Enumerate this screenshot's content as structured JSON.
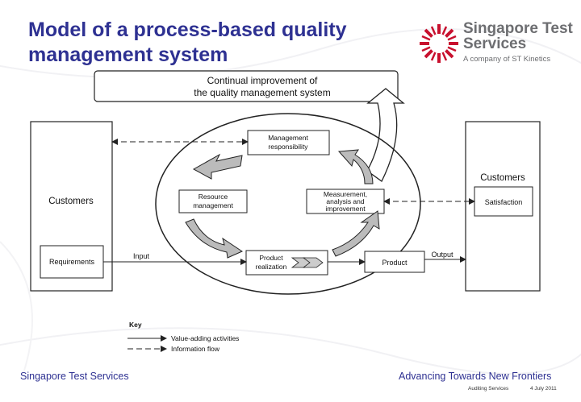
{
  "title": "Model of a process-based quality management system",
  "logo": {
    "name_line1": "Singapore Test",
    "name_line2": "Services",
    "tagline": "A company of ST Kinetics",
    "colors": {
      "rays": "#c8102e",
      "text": "#6d6e71"
    }
  },
  "diagram": {
    "improvement_banner_line1": "Continual improvement of",
    "improvement_banner_line2": "the quality management system",
    "customers_left": "Customers",
    "requirements": "Requirements",
    "input": "Input",
    "management_line1": "Management",
    "management_line2": "responsibility",
    "resource_line1": "Resource",
    "resource_line2": "management",
    "measurement_line1": "Measurement,",
    "measurement_line2": "analysis and",
    "measurement_line3": "improvement",
    "realization_line1": "Product",
    "realization_line2": "realization",
    "product": "Product",
    "output": "Output",
    "customers_right": "Customers",
    "satisfaction": "Satisfaction"
  },
  "key": {
    "title": "Key",
    "value_adding": "Value-adding activities",
    "information_flow": "Information flow"
  },
  "footer": {
    "left": "Singapore Test Services",
    "right": "Advancing Towards New Frontiers",
    "section": "Auditing Services",
    "date": "4 July 2011"
  },
  "colors": {
    "title": "#2e3192",
    "diagram_lines": "#222222",
    "arrow_fill": "#bbbbbb"
  }
}
